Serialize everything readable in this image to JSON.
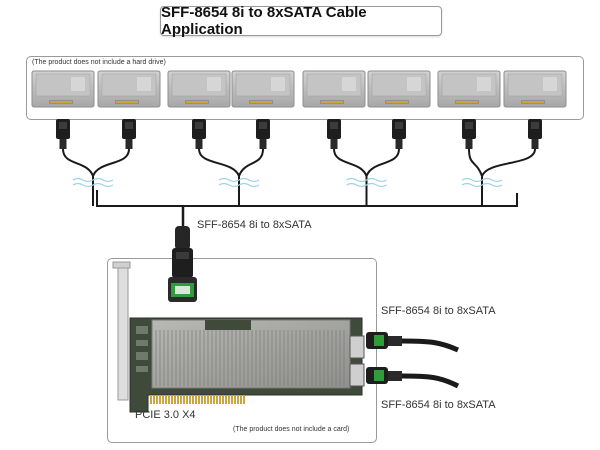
{
  "title": "SFF-8654 8i to 8xSATA Cable Application",
  "drive_note": "(The product does not include a hard drive)",
  "card_note": "(The product does not include a card)",
  "main_cable_label": "SFF-8654 8i to 8xSATA",
  "side_cable_label_top": "SFF-8654 8i to 8xSATA",
  "side_cable_label_bottom": "SFF-8654 8i to 8xSATA",
  "pcie_label": "PCIE 3.0 X4",
  "drive_count": 8,
  "colors": {
    "cable": "#1a1a1a",
    "drive": "#b9b9b9",
    "heatsink": "#a9aaa6",
    "pcb": "#3f4a3b",
    "connector_green": "#2e9d3a",
    "gold_contacts": "#c9a640"
  }
}
